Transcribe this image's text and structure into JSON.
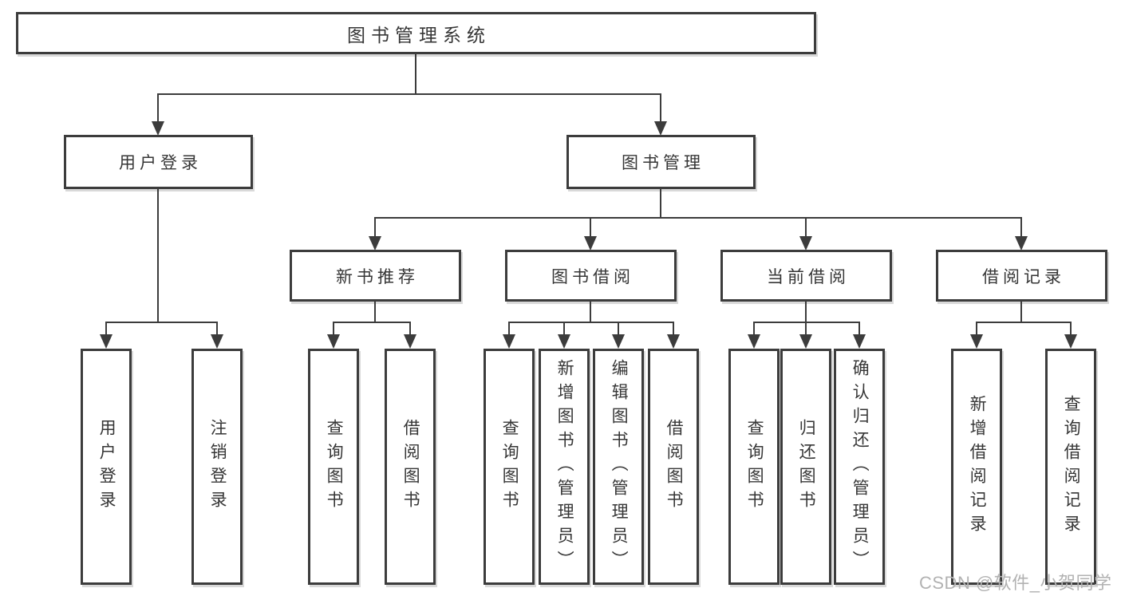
{
  "diagram": {
    "root": {
      "label": "图书管理系统"
    },
    "branches": [
      {
        "label": "用户登录",
        "children": [
          {
            "label": "用户登录"
          },
          {
            "label": "注销登录"
          }
        ]
      },
      {
        "label": "图书管理",
        "groups": [
          {
            "label": "新书推荐",
            "children": [
              {
                "label": "查询图书"
              },
              {
                "label": "借阅图书"
              }
            ]
          },
          {
            "label": "图书借阅",
            "children": [
              {
                "label": "查询图书"
              },
              {
                "label": "新增图书（管理员）"
              },
              {
                "label": "编辑图书（管理员）"
              },
              {
                "label": "借阅图书"
              }
            ]
          },
          {
            "label": "当前借阅",
            "children": [
              {
                "label": "查询图书"
              },
              {
                "label": "归还图书"
              },
              {
                "label": "确认归还（管理员）"
              }
            ]
          },
          {
            "label": "借阅记录",
            "children": [
              {
                "label": "新增借阅记录"
              },
              {
                "label": "查询借阅记录"
              }
            ]
          }
        ]
      }
    ]
  },
  "watermark": {
    "text": "CSDN @软件_小贺同学"
  },
  "colors": {
    "line": "#3c3c3c",
    "text": "#363636",
    "bg": "#ffffff",
    "watermark": "#b2b2b2"
  }
}
